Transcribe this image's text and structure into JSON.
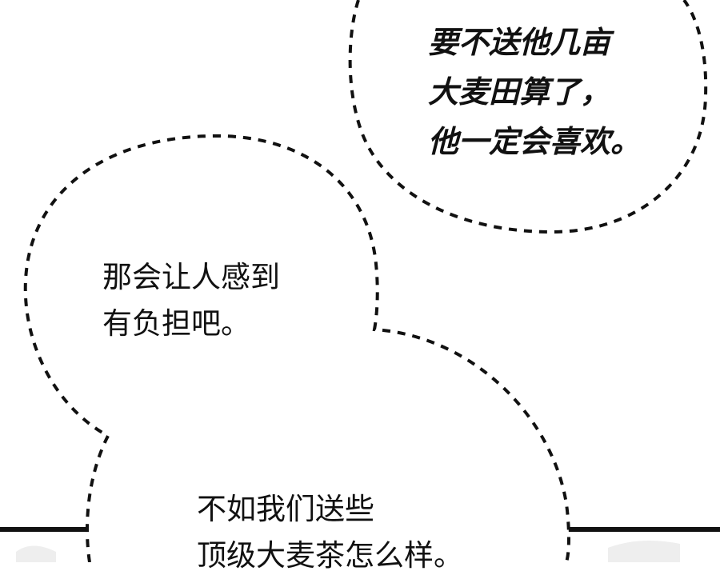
{
  "panel": {
    "colors": {
      "background": "#ffffff",
      "ink": "#111111",
      "bubble_outline": "#111111"
    }
  },
  "bubbles": {
    "top": {
      "style": "dashed-outline, bold italic",
      "lines": [
        "要不送他几亩",
        "大麦田算了，",
        "他一定会喜欢。"
      ]
    },
    "middle": {
      "style": "dashed-outline",
      "lines": [
        "那会让人感到",
        "有负担吧。"
      ]
    },
    "bottom": {
      "style": "dashed-outline",
      "lines": [
        "不如我们送些",
        "顶级大麦茶怎么样。"
      ]
    }
  }
}
